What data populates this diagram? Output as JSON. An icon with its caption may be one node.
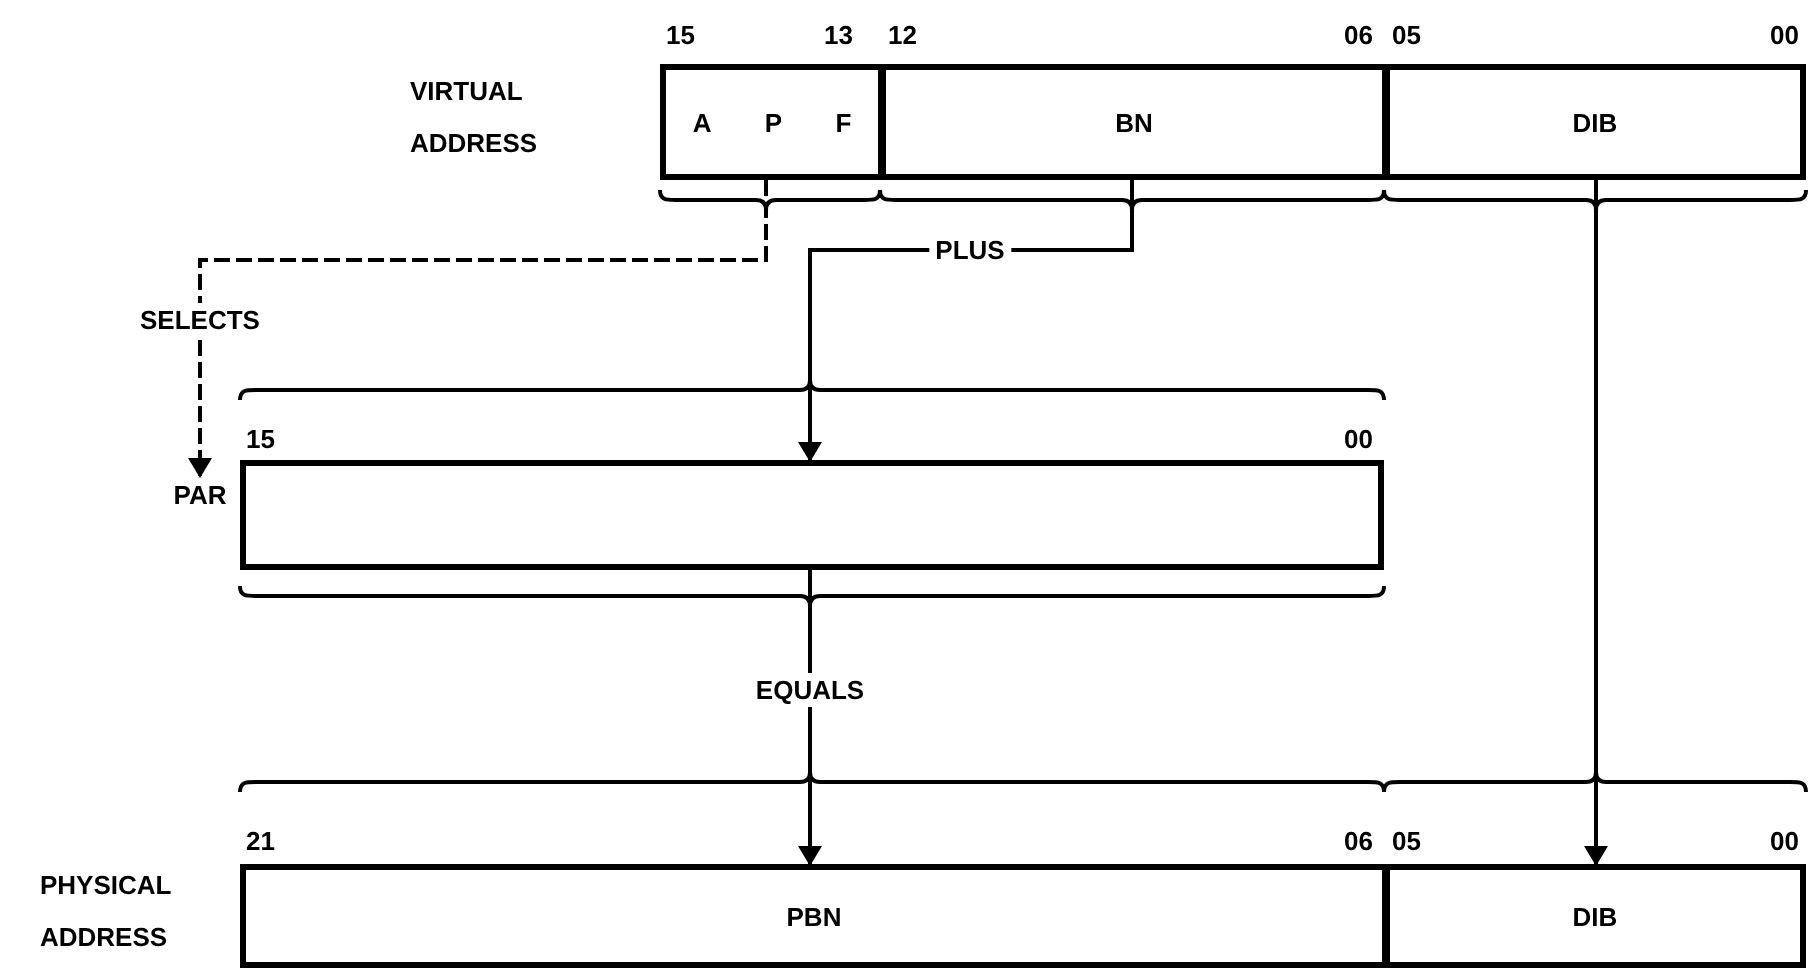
{
  "diagram": {
    "nodes": [
      {
        "text": [
          "A",
          "P",
          "F"
        ]
      },
      {
        "text": [
          "BN"
        ]
      },
      {
        "text": [
          "DIB"
        ]
      },
      {
        "text": [
          "PAR"
        ]
      },
      {
        "text": [],
        "shape": "box"
      },
      {
        "text": [
          "PBN"
        ]
      },
      {
        "text": [
          "DIB"
        ]
      }
    ],
    "edges": [
      {
        "from": 0,
        "to": 3,
        "arrow": "to",
        "label": "SELECTS",
        "style": "dashed"
      },
      {
        "from": 1,
        "to": 4,
        "arrow": "to",
        "label": "PLUS"
      },
      {
        "from": 4,
        "to": 5,
        "arrow": "to",
        "label": "EQUALS"
      },
      {
        "from": 2,
        "to": 6,
        "arrow": "to"
      }
    ],
    "labels": [
      "15",
      "13",
      "12",
      "06",
      "05",
      "00",
      "VIRTUAL ADDRESS",
      "15",
      "00",
      "21",
      "06",
      "05",
      "00",
      "PHYSICAL ADDRESS"
    ]
  }
}
